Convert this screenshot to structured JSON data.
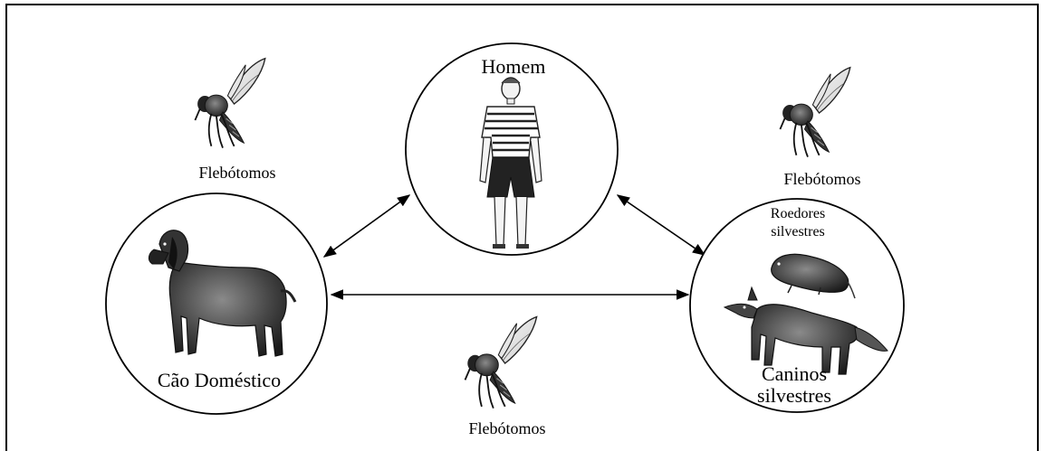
{
  "nodes": {
    "man": {
      "label": "Homem",
      "icon": "human-icon"
    },
    "dog": {
      "label": "Cão Doméstico",
      "icon": "dog-icon"
    },
    "wild": {
      "rodents_line1": "Roedores",
      "rodents_line2": "silvestres",
      "canines_line1": "Caninos",
      "canines_line2": "silvestres",
      "rodent_icon": "rodent-icon",
      "fox_icon": "fox-icon"
    }
  },
  "vectors": [
    {
      "label": "Flebótomos",
      "icon": "sandfly-icon"
    },
    {
      "label": "Flebótomos",
      "icon": "sandfly-icon"
    },
    {
      "label": "Flebótomos",
      "icon": "sandfly-icon"
    }
  ],
  "edges": [
    {
      "from": "dog",
      "to": "man",
      "direction": "both"
    },
    {
      "from": "man",
      "to": "wild",
      "direction": "both"
    },
    {
      "from": "dog",
      "to": "wild",
      "direction": "both"
    }
  ]
}
